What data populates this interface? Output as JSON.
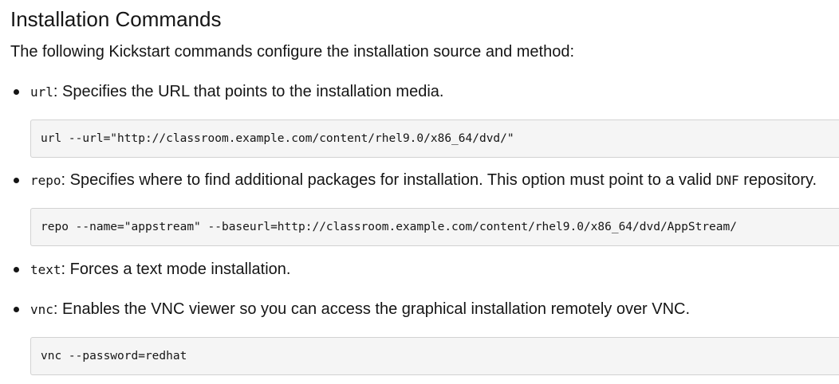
{
  "section": {
    "title": "Installation Commands",
    "intro": "The following Kickstart commands configure the installation source and method:"
  },
  "items": [
    {
      "term": "url",
      "description": ": Specifies the URL that points to the installation media.",
      "code": "url --url=\"http://classroom.example.com/content/rhel9.0/x86_64/dvd/\""
    },
    {
      "term": "repo",
      "description_before": ": Specifies where to find additional packages for installation. This option must point to a valid ",
      "inline_code": "DNF",
      "description_after": " repository.",
      "code": "repo --name=\"appstream\" --baseurl=http://classroom.example.com/content/rhel9.0/x86_64/dvd/AppStream/"
    },
    {
      "term": "text",
      "description": ": Forces a text mode installation."
    },
    {
      "term": "vnc",
      "description": ": Enables the VNC viewer so you can access the graphical installation remotely over VNC.",
      "code": "vnc --password=redhat"
    }
  ]
}
